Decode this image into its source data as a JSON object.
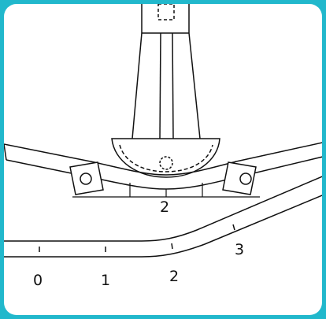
{
  "frame": {
    "border_color": "#21b8cc",
    "background": "#ffffff",
    "line_color": "#111111"
  },
  "labels": {
    "bend_center": "2",
    "tick_0": "0",
    "tick_1": "1",
    "tick_2": "2",
    "tick_3": "3"
  }
}
